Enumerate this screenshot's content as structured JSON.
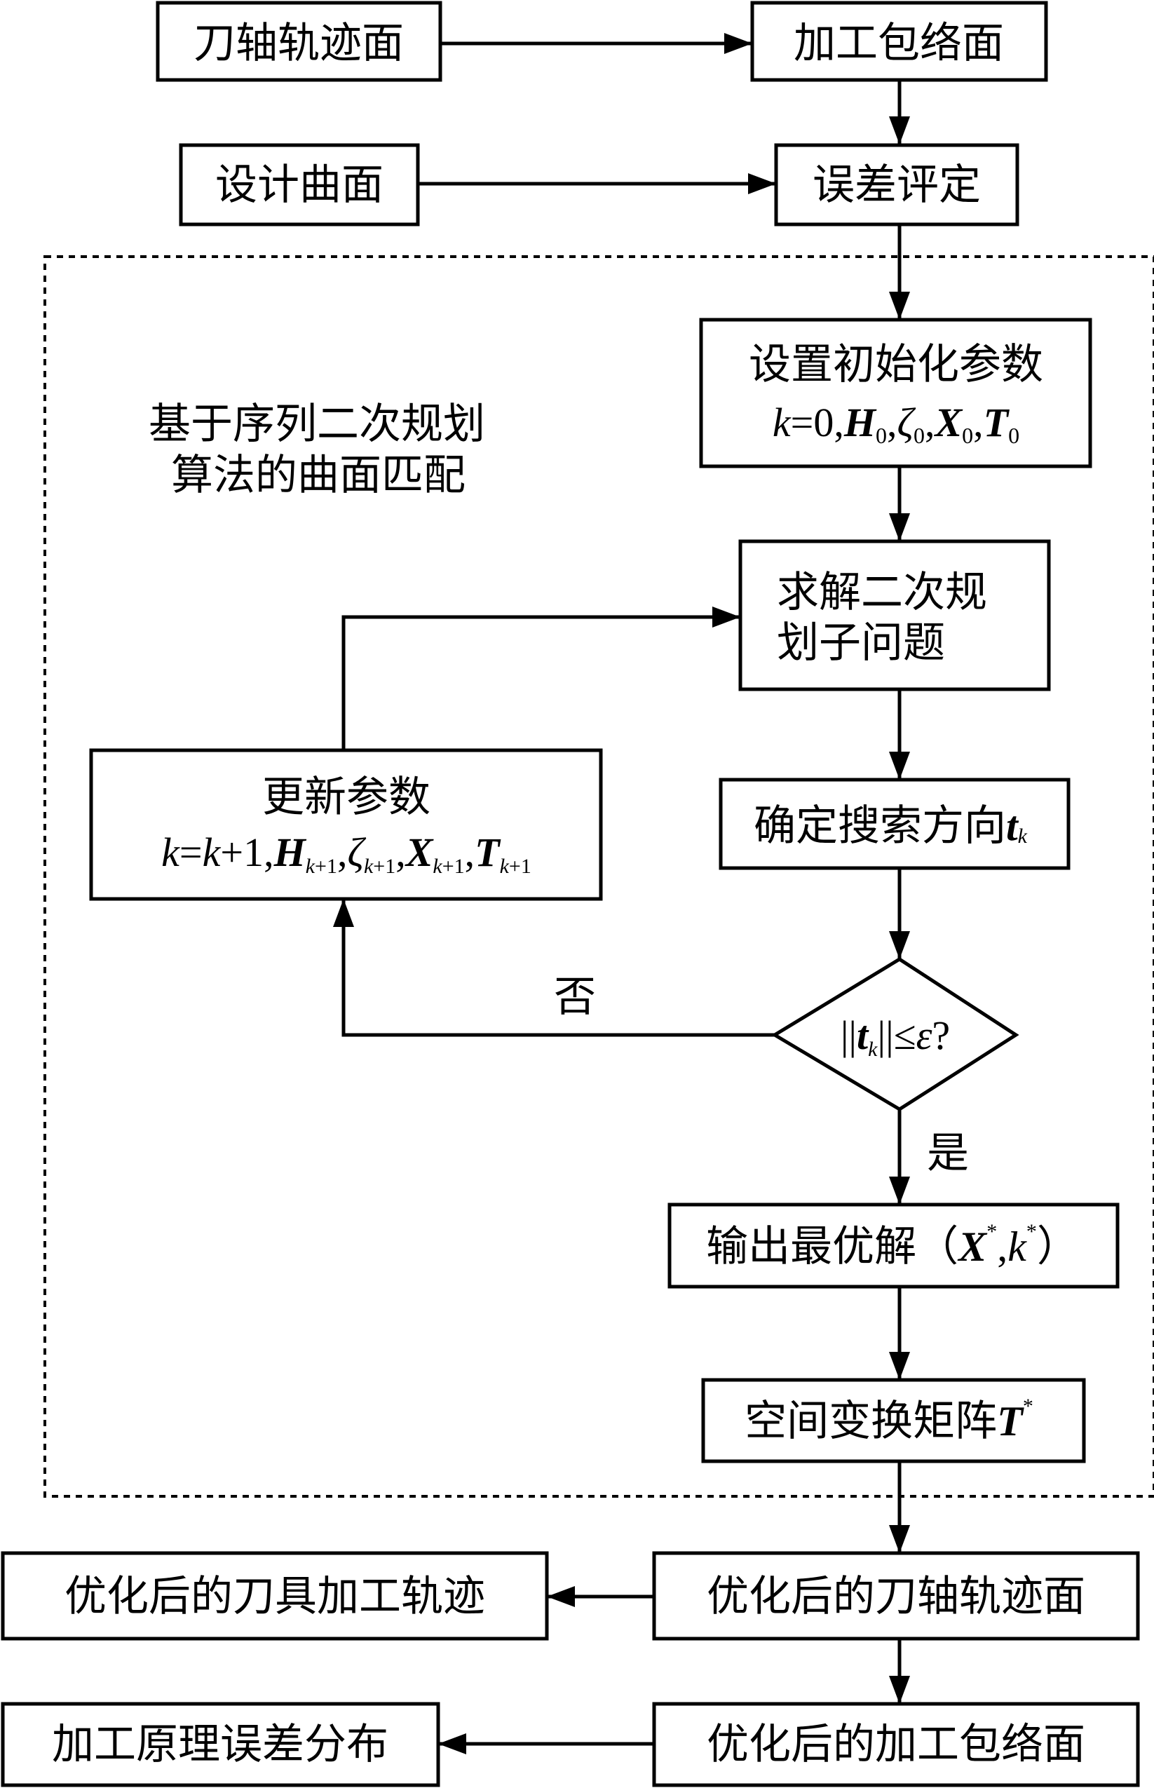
{
  "nodes": {
    "tool_axis_surface": "刀轴轨迹面",
    "machining_envelope": "加工包络面",
    "design_surface": "设计曲面",
    "error_evaluation": "误差评定",
    "init_params": "设置初始化参数",
    "init_params_formula": "k=0,H0,ζ0,X0,T0",
    "solve_qp_line1": "求解二次规",
    "solve_qp_line2": "划子问题",
    "search_direction": "确定搜索方向",
    "search_direction_symbol": "tk",
    "convergence_check": "||tk||≤ε?",
    "update_params": "更新参数",
    "update_params_formula": "k=k+1,Hk+1,ζk+1,Xk+1,Tk+1",
    "output_optimal": "输出最优解（X*,k*）",
    "transform_matrix": "空间变换矩阵T*",
    "optimized_tool_axis_surface": "优化后的刀轴轨迹面",
    "optimized_tool_path": "优化后的刀具加工轨迹",
    "optimized_envelope": "优化后的加工包络面",
    "error_distribution": "加工原理误差分布"
  },
  "region_label_line1": "基于序列二次规划",
  "region_label_line2": "算法的曲面匹配",
  "edge_labels": {
    "no": "否",
    "yes": "是"
  }
}
